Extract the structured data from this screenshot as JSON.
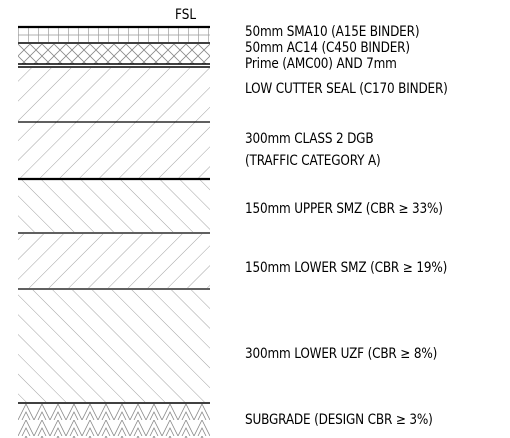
{
  "fsl_label": "FSL",
  "layers": [
    {
      "id": "sma10",
      "pattern": "grid",
      "label_lines": [
        "50mm SMA10 (A15E BINDER)"
      ]
    },
    {
      "id": "ac14",
      "pattern": "crosshatch",
      "label_lines": [
        "50mm AC14 (C450 BINDER)"
      ]
    },
    {
      "id": "prime-seal",
      "pattern": "line",
      "label_lines": [
        "Prime (AMC00) AND 7mm",
        "LOW CUTTER SEAL (C170 BINDER)"
      ]
    },
    {
      "id": "dgb",
      "pattern": "hatch-right",
      "label_lines": [
        "300mm CLASS 2 DGB",
        "(TRAFFIC CATEGORY A)"
      ]
    },
    {
      "id": "upper-smz",
      "pattern": "hatch-left",
      "label_lines": [
        "150mm UPPER SMZ (CBR ≥ 33%)"
      ]
    },
    {
      "id": "lower-smz",
      "pattern": "hatch-right",
      "label_lines": [
        "150mm LOWER SMZ (CBR ≥ 19%)"
      ]
    },
    {
      "id": "lower-uzf",
      "pattern": "hatch-left",
      "label_lines": [
        "300mm LOWER UZF (CBR ≥ 8%)"
      ]
    },
    {
      "id": "subgrade",
      "pattern": "herringbone",
      "label_lines": [
        "SUBGRADE (DESIGN CBR ≥ 3%)"
      ]
    }
  ]
}
